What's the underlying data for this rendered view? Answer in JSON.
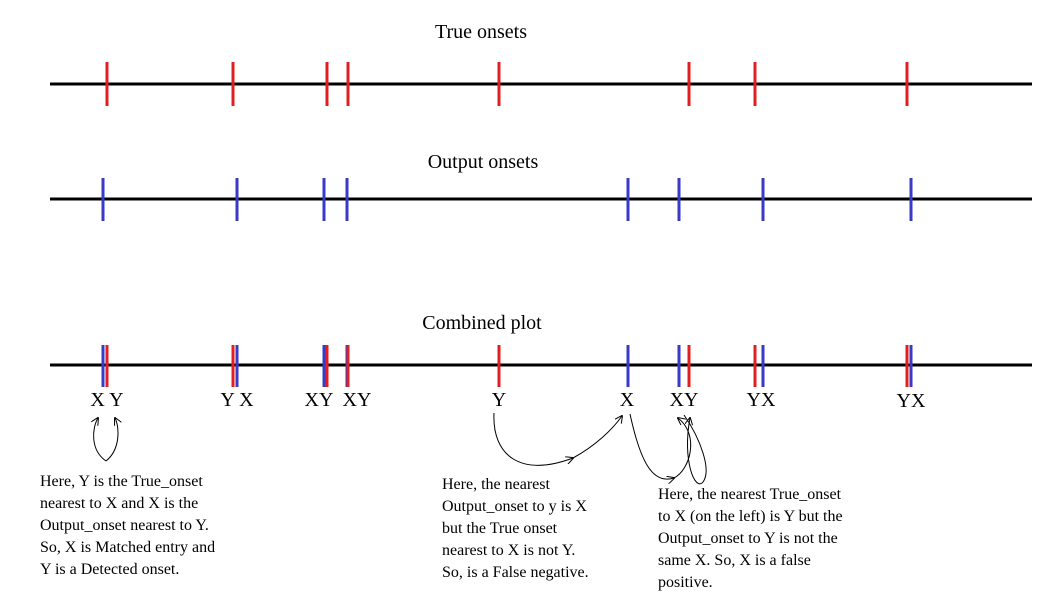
{
  "titles": {
    "true_onsets": "True onsets",
    "output_onsets": "Output onsets",
    "combined_plot": "Combined plot"
  },
  "colors": {
    "axis": "#000000",
    "true_onset": "#e02020",
    "output_onset": "#3a3ac8",
    "text": "#000000"
  },
  "combined_labels": [
    "X Y",
    "Y X",
    "XY",
    "XY",
    "Y",
    "X",
    "XY",
    "YX",
    "YX"
  ],
  "notes": {
    "matched": [
      "Here, Y is the True_onset",
      "nearest to X and X is the",
      "Output_onset nearest to Y.",
      "So, X is Matched entry and",
      "Y is a Detected onset."
    ],
    "false_negative": [
      "Here, the nearest",
      "Output_onset to y is X",
      "but the True onset",
      "nearest to X is not Y.",
      "So, is a False negative."
    ],
    "false_positive": [
      "Here, the nearest True_onset",
      "to X (on the left) is Y but the",
      "Output_onset to Y is not the",
      "same X. So, X is a false",
      "positive."
    ]
  }
}
